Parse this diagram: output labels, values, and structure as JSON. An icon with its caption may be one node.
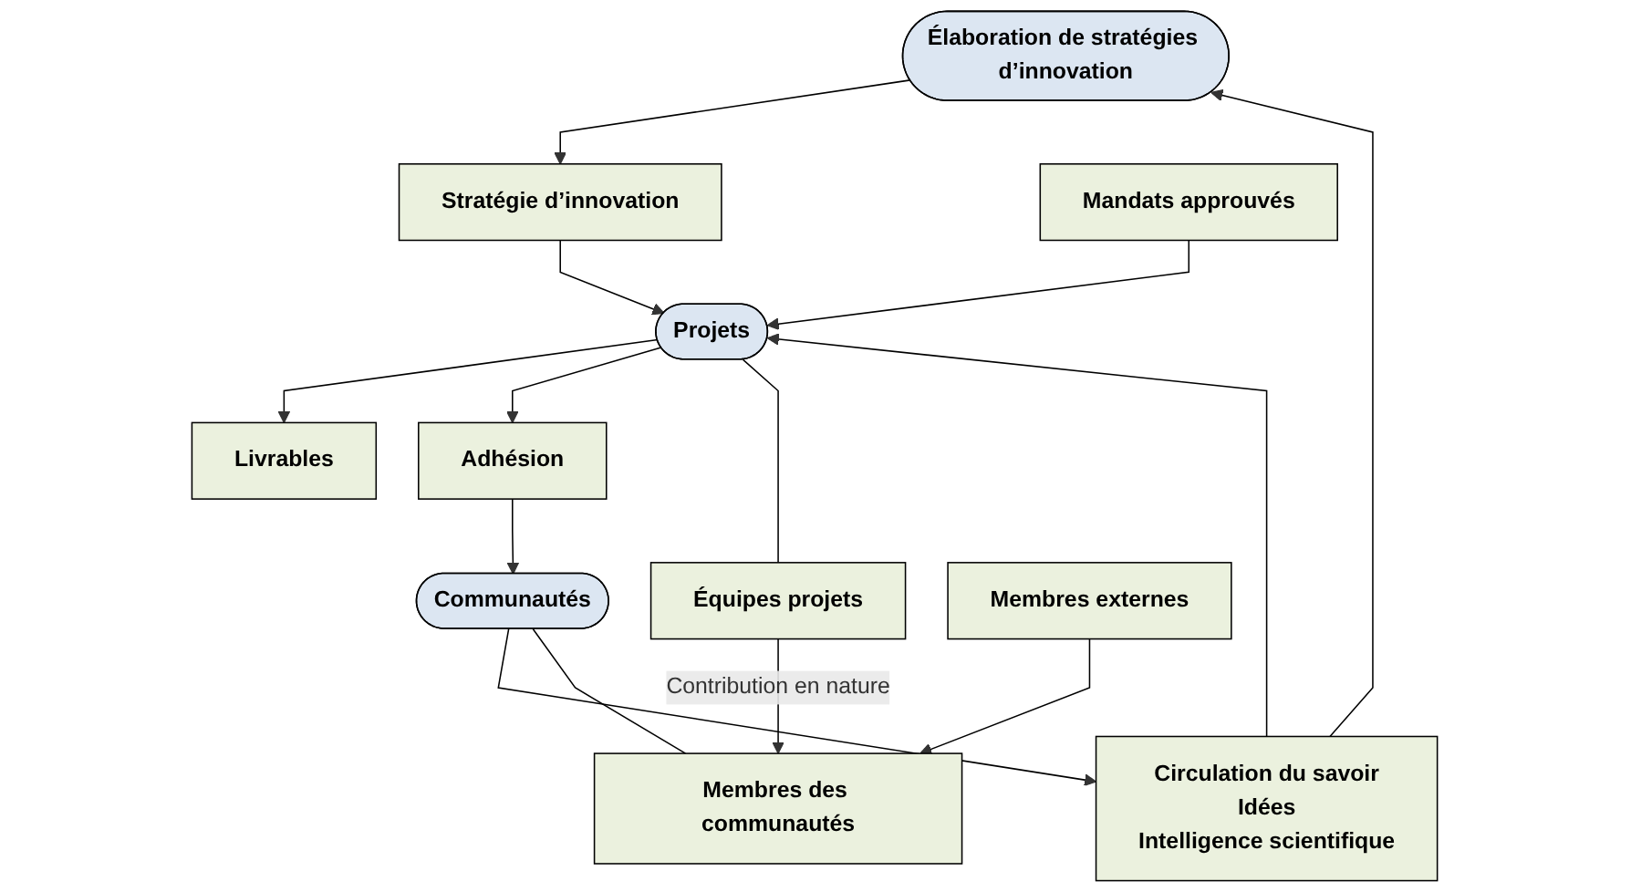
{
  "diagram": {
    "nodes": [
      {
        "text": [
          "Élaboration de stratégies d’innovation"
        ]
      },
      {
        "text": [
          "Stratégie d’innovation"
        ]
      },
      {
        "text": [
          "Mandats approuvés"
        ]
      },
      {
        "text": [
          "Projets"
        ]
      },
      {
        "text": [
          "Livrables"
        ]
      },
      {
        "text": [
          "Adhésion"
        ]
      },
      {
        "text": [
          "Communautés"
        ]
      },
      {
        "text": [
          "Circulation du savoir",
          "Idées",
          "Intelligence scientifique"
        ]
      },
      {
        "text": [
          "Équipes projets"
        ]
      },
      {
        "text": [
          "Membres des communautés"
        ]
      },
      {
        "text": [
          "Membres externes"
        ]
      }
    ],
    "edges": [
      {
        "from": 0,
        "to": 1,
        "arrow": "to"
      },
      {
        "from": 1,
        "to": 3,
        "arrow": "to"
      },
      {
        "from": 2,
        "to": 3,
        "arrow": "to"
      },
      {
        "from": 3,
        "to": 4,
        "arrow": "to"
      },
      {
        "from": 3,
        "to": 5,
        "arrow": "to"
      },
      {
        "from": 5,
        "to": 6,
        "arrow": "to"
      },
      {
        "from": 6,
        "to": 7,
        "arrow": "to"
      },
      {
        "from": 7,
        "to": 0,
        "arrow": "to"
      },
      {
        "from": 7,
        "to": 3,
        "arrow": "to"
      },
      {
        "from": 3,
        "to": 8,
        "arrow": "none"
      },
      {
        "from": 8,
        "to": 9,
        "label": "Contribution en nature",
        "arrow": "to"
      },
      {
        "from": 6,
        "to": 9,
        "arrow": "none"
      },
      {
        "from": 10,
        "to": 9,
        "arrow": "to"
      }
    ]
  }
}
